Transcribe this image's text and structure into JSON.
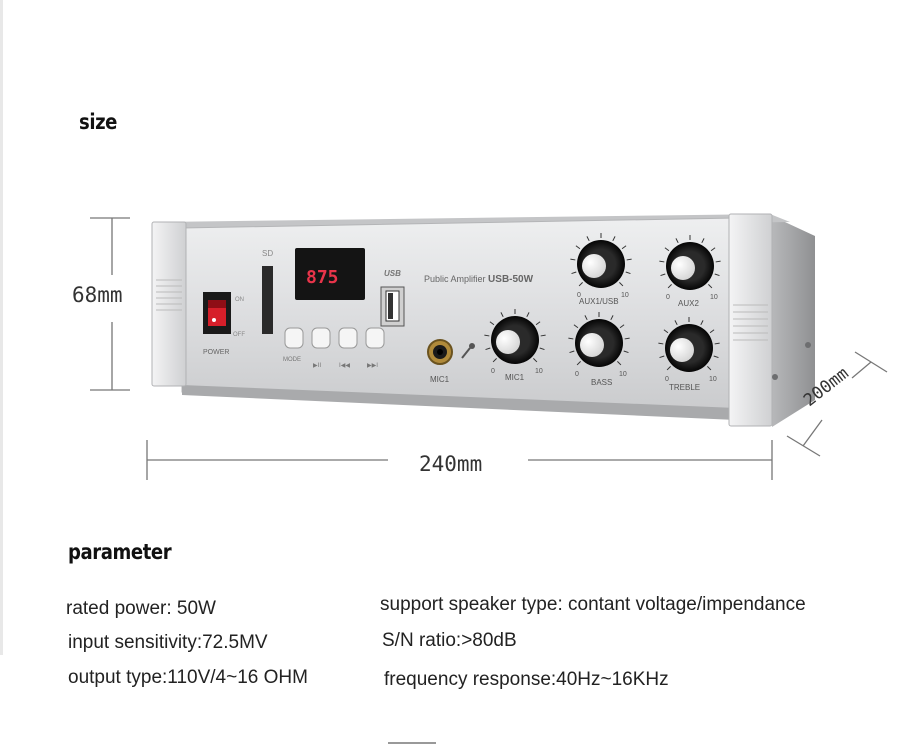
{
  "headings": {
    "size": "size",
    "parameter": "parameter"
  },
  "dimensions": {
    "height": "68mm",
    "width": "240mm",
    "depth": "200mm"
  },
  "device": {
    "title": "Public Amplifier",
    "model": "USB-50W",
    "display_value": "875",
    "usb_badge": "USB",
    "power_label": "POWER",
    "switch_on": "ON",
    "switch_off": "OFF",
    "slot_label": "SD",
    "buttons": [
      {
        "label": "MODE",
        "icon": "mode-icon"
      },
      {
        "label": "▶II",
        "icon": "play-pause-icon"
      },
      {
        "label": "I◀◀",
        "icon": "previous-icon"
      },
      {
        "label": "▶▶I",
        "icon": "next-icon"
      }
    ],
    "jack_label": "MIC1",
    "knobs": [
      {
        "label": "AUX1/USB",
        "min": "0",
        "max": "10"
      },
      {
        "label": "AUX2",
        "min": "0",
        "max": "10"
      },
      {
        "label": "MIC1",
        "min": "0",
        "max": "10"
      },
      {
        "label": "BASS",
        "min": "0",
        "max": "10"
      },
      {
        "label": "TREBLE",
        "min": "0",
        "max": "10"
      }
    ],
    "colors": {
      "display": "#e8344a",
      "chassis": "#d9dadb",
      "switch": "#d61f2a"
    }
  },
  "parameters": {
    "left": [
      "rated power: 50W",
      "input sensitivity:72.5MV",
      "output type:110V/4~16 OHM"
    ],
    "right": [
      "support speaker type: contant voltage/impendance",
      "S/N ratio:>80dB",
      "frequency response:40Hz~16KHz"
    ]
  }
}
